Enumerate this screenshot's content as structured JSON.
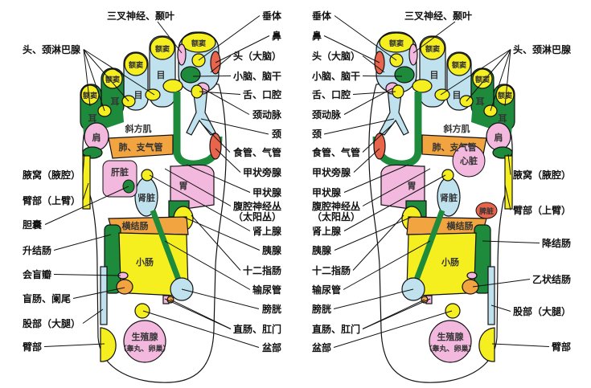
{
  "colors": {
    "yellow": "#f6ef1f",
    "light_blue": "#bfe2ee",
    "green": "#1e8a3c",
    "pink": "#f2b8de",
    "orange": "#f2a440",
    "red": "#e8654c",
    "outline": "#111111"
  },
  "left_foot": {
    "top_label": "三叉神经、颞叶",
    "outer_left": [
      "头、颈淋巴腺",
      "腋窝（腋腔）",
      "臂部（上臂）",
      "胆囊",
      "升结肠",
      "会盲瓣",
      "盲肠、阑尾",
      "股部（大腿）",
      "臂部"
    ],
    "outer_right": [
      "垂体",
      "鼻",
      "头（大脑）",
      "小脑、脑干",
      "舌、口腔",
      "颈动脉",
      "颈",
      "食管、气管",
      "甲状旁腺",
      "甲状腺",
      "腹腔神经丛",
      "（太阳丛）",
      "肾上腺",
      "胰腺",
      "十二指肠",
      "输尿管",
      "膀胱",
      "直肠、肛门",
      "盆部"
    ],
    "inner": {
      "sinus": [
        "额窦",
        "额窦",
        "额窦",
        "额窦",
        "额窦"
      ],
      "eye": [
        "目",
        "目"
      ],
      "ear": [
        "耳",
        "耳"
      ],
      "trapezius": "斜方肌",
      "shoulder": "肩",
      "lung": "肺、支气管",
      "liver": "肝脏",
      "kidney": "肾脏",
      "stomach": "胃",
      "transverse_colon": "横结肠",
      "small_intestine": "小肠",
      "gonad": "生殖腺",
      "gonad_sub": "（睾丸、卵巢）"
    }
  },
  "right_foot": {
    "top_label": "三叉神经、颞叶",
    "outer_left": [
      "垂体",
      "鼻",
      "头（大脑）",
      "小脑、脑干",
      "舌、口腔",
      "颈动脉",
      "颈",
      "食管、气管",
      "甲状旁腺",
      "甲状腺",
      "腹腔神经丛",
      "（太阳丛）",
      "肾上腺",
      "胰腺",
      "十二指肠",
      "输尿管",
      "膀胱",
      "直肠、肛门",
      "盆部"
    ],
    "outer_right": [
      "头、颈淋巴腺",
      "腋窝（腋腔）",
      "臂部（上臂）",
      "降结肠",
      "乙状结肠",
      "股部（大腿）",
      "臂部"
    ],
    "inner": {
      "sinus": [
        "额窦",
        "额窦",
        "额窦",
        "额窦",
        "额窦"
      ],
      "eye": [
        "目",
        "目"
      ],
      "ear": [
        "耳",
        "耳"
      ],
      "trapezius": "斜方肌",
      "shoulder": "肩",
      "lung": "肺、支气管",
      "heart": "心脏",
      "kidney": "肾脏",
      "stomach": "胃",
      "spleen": "脾脏",
      "transverse_colon": "横结肠",
      "small_intestine": "小肠",
      "gonad": "生殖腺",
      "gonad_sub": "（睾丸、卵巢）"
    }
  }
}
